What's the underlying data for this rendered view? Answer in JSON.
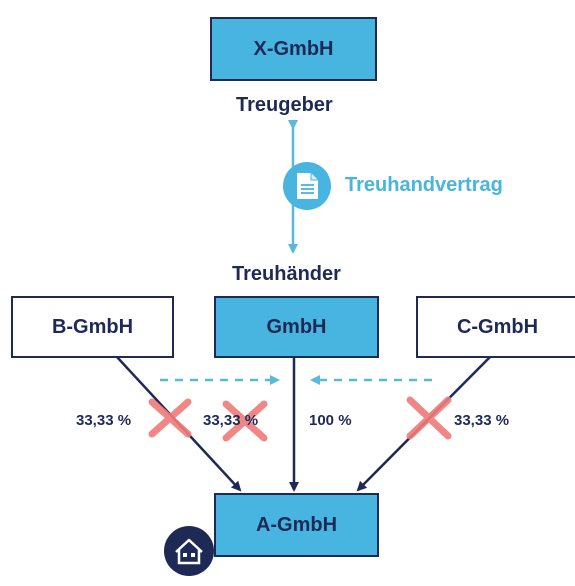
{
  "boxes": {
    "x_gmbh": "X-GmbH",
    "b_gmbh": "B-GmbH",
    "gmbh": "GmbH",
    "c_gmbh": "C-GmbH",
    "a_gmbh": "A-GmbH"
  },
  "roles": {
    "treugeber": "Treugeber",
    "treuhaender": "Treuhänder"
  },
  "contract": {
    "label": "Treuhandvertrag",
    "icon": "document-icon"
  },
  "shares": {
    "b_to_a": "33,33 %",
    "middle": "33,33 %",
    "gmbh_to_a": "100 %",
    "c_to_a": "33,33 %"
  },
  "house_icon": "house-icon",
  "colors": {
    "navy": "#1e2a55",
    "accent": "#48b4e0",
    "cross": "#f07a7a"
  }
}
